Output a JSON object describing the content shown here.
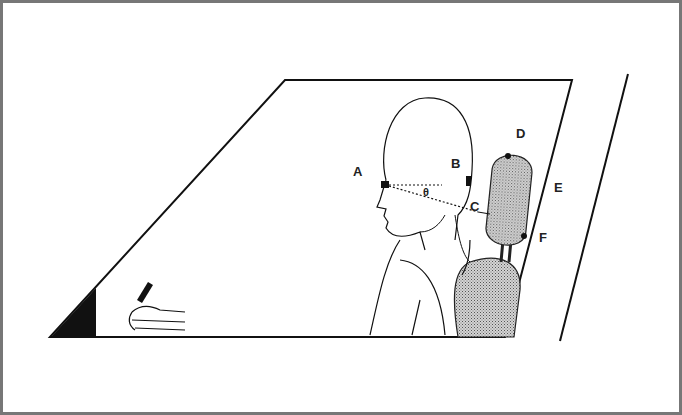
{
  "diagram": {
    "labels": [
      "A",
      "B",
      "θ",
      "C",
      "D",
      "E",
      "F"
    ]
  }
}
